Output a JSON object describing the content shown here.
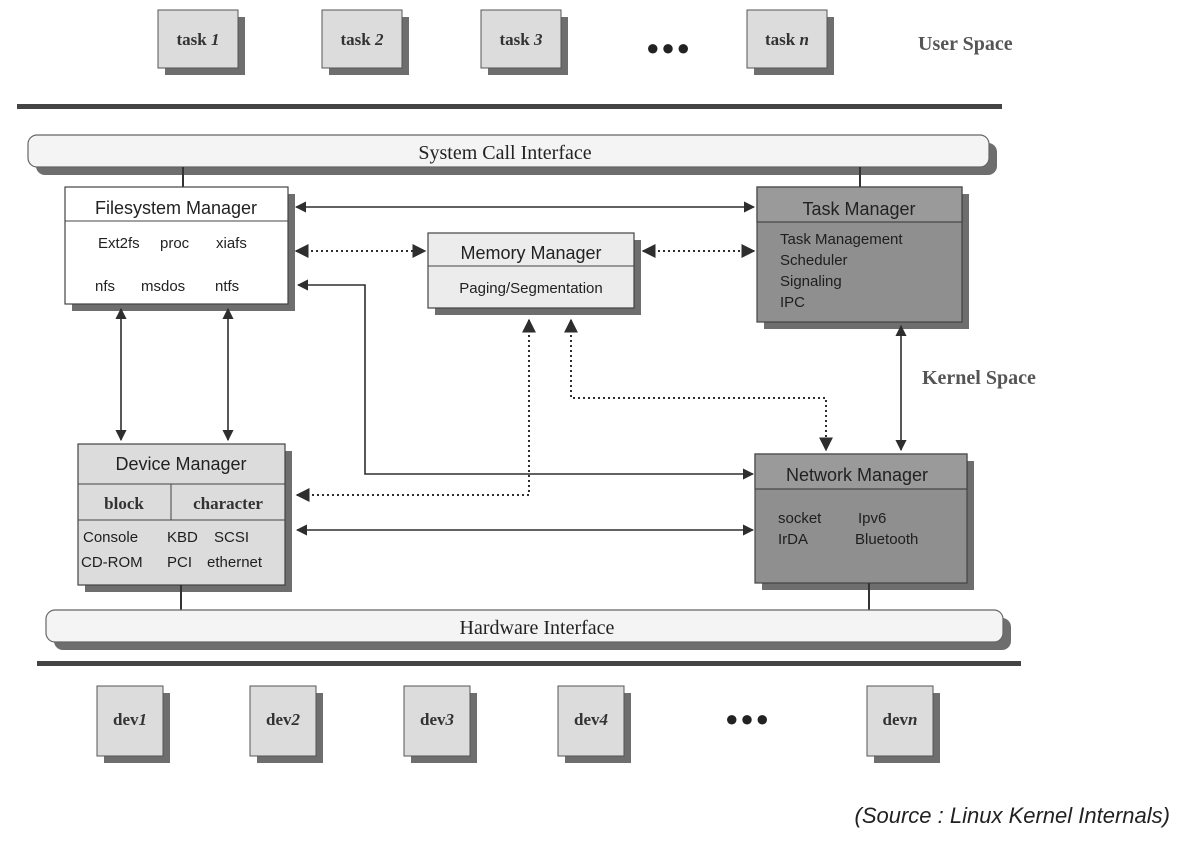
{
  "user_space": {
    "tasks": [
      {
        "prefix": "task ",
        "index": "1"
      },
      {
        "prefix": "task ",
        "index": "2"
      },
      {
        "prefix": "task ",
        "index": "3"
      },
      {
        "prefix": "task ",
        "index": "n"
      }
    ],
    "ellipsis": "●●●",
    "label": "User Space"
  },
  "kernel_space": {
    "label": "Kernel Space",
    "system_call_interface": "System Call Interface",
    "hardware_interface": "Hardware Interface",
    "filesystem_manager": {
      "title": "Filesystem Manager",
      "row1": [
        "Ext2fs",
        "proc",
        "xiafs"
      ],
      "row2": [
        "nfs",
        "msdos",
        "ntfs"
      ]
    },
    "memory_manager": {
      "title": "Memory Manager",
      "body": "Paging/Segmentation"
    },
    "task_manager": {
      "title": "Task Manager",
      "items": [
        "Task Management",
        "Scheduler",
        "Signaling",
        "IPC"
      ]
    },
    "device_manager": {
      "title": "Device Manager",
      "block": "block",
      "character": "character",
      "row1": [
        "Console",
        "KBD",
        "SCSI"
      ],
      "row2": [
        "CD-ROM",
        "PCI",
        "ethernet"
      ]
    },
    "network_manager": {
      "title": "Network Manager",
      "row1": [
        "socket",
        "Ipv6"
      ],
      "row2": [
        "IrDA",
        "Bluetooth"
      ]
    }
  },
  "devices": {
    "items": [
      {
        "prefix": "dev",
        "index": "1"
      },
      {
        "prefix": "dev",
        "index": "2"
      },
      {
        "prefix": "dev",
        "index": "3"
      },
      {
        "prefix": "dev",
        "index": "4"
      },
      {
        "prefix": "dev",
        "index": "n"
      }
    ],
    "ellipsis": "●●●"
  },
  "source": "(Source : Linux Kernel Internals)",
  "colors": {
    "box_light": "#dcdcdc",
    "box_dark": "#8f8f8f",
    "box_dark_header": "#9a9a9a",
    "shadow": "#6e6e6e",
    "line": "#3a3a3a",
    "separator": "#444444"
  }
}
